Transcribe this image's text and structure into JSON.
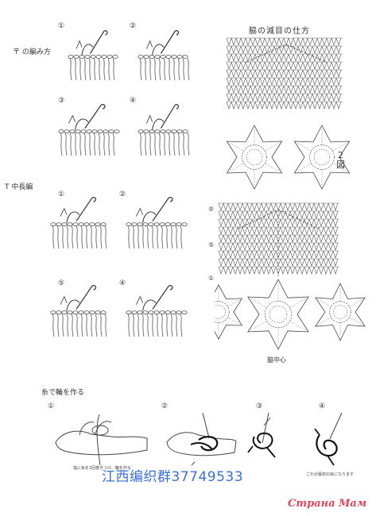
{
  "left": {
    "section1_title": "の編み方",
    "section2_title": "中長編",
    "steps_a": [
      "①",
      "②",
      "③",
      "④"
    ],
    "steps_b": [
      "①",
      "②",
      "⑤",
      "④"
    ]
  },
  "right": {
    "title": "脇の減目の仕方",
    "fig_num": "2",
    "fig_word": "図",
    "marker_top": "⑤",
    "marker_mid": "⑤",
    "marker_low": "①",
    "center_label": "脇中心"
  },
  "bottom": {
    "title": "糸で輪を作る",
    "steps": [
      "①",
      "②",
      "③",
      "④"
    ],
    "caption_left": "指に糸を2回巻きつけ、輪を作る",
    "caption_right": "これが最初の目になります"
  },
  "watermark": "江西编织群37749533",
  "logo": "Страна Мам"
}
